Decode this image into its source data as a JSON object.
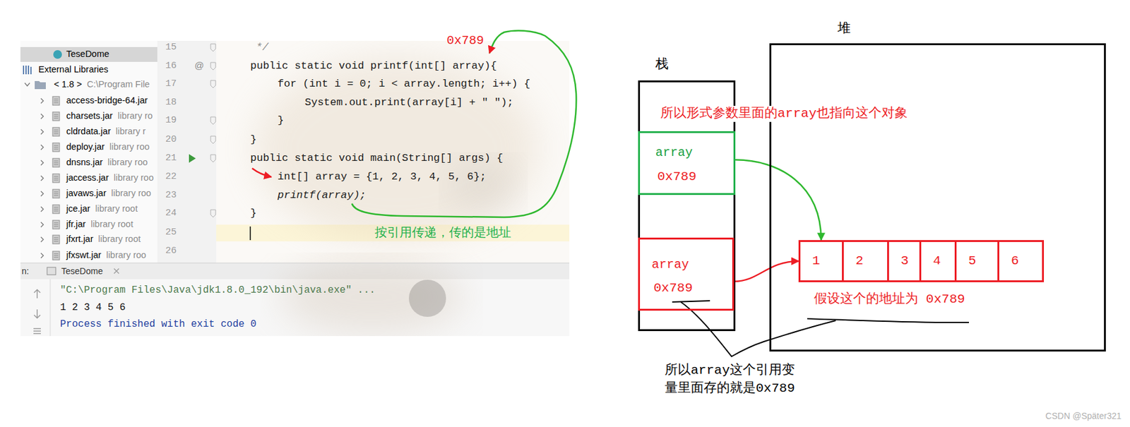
{
  "diagram": {
    "nodes": [
      {
        "text": [
          "栈"
        ]
      },
      {
        "text": [
          "array",
          "0x789"
        ],
        "in": 0
      },
      {
        "text": [
          "array",
          "0x789"
        ],
        "in": 0
      },
      {
        "text": [
          "堆"
        ]
      },
      {
        "text": [
          "1"
        ],
        "in": 3
      },
      {
        "text": [
          "2"
        ],
        "in": 3
      },
      {
        "text": [
          "3"
        ],
        "in": 3
      },
      {
        "text": [
          "4"
        ],
        "in": 3
      },
      {
        "text": [
          "5"
        ],
        "in": 3
      },
      {
        "text": [
          "6"
        ],
        "in": 3
      }
    ],
    "edges": [
      {
        "from": 1,
        "to": 4,
        "arrow": "to"
      },
      {
        "from": 2,
        "to": 4,
        "arrow": "to"
      }
    ],
    "labels": [
      "TeseDome",
      "External Libraries",
      "< 1.8 >",
      "C:\\Program File",
      "access-bridge-64.jar",
      "charsets.jar",
      "library ro",
      "cldrdata.jar",
      "library r",
      "deploy.jar",
      "library roo",
      "dnsns.jar",
      "library roo",
      "jaccess.jar",
      "library roo",
      "javaws.jar",
      "library roo",
      "jce.jar",
      "library root",
      "jfr.jar",
      "library root",
      "jfxrt.jar",
      "library root",
      "jfxswt.jar",
      "library roo",
      "15",
      "16",
      "17",
      "18",
      "19",
      "20",
      "21",
      "22",
      "23",
      "24",
      "25",
      "26",
      "@",
      "*/",
      "public static void printf(int[] array){",
      "for (int i = 0; i < array.length; i++) {",
      "System.out.print(array[i] + \" \");",
      "}",
      "}",
      "public static void main(String[] args) {",
      "int[] array = {1, 2, 3, 4, 5, 6};",
      "printf(array);",
      "}",
      "0x789",
      "按引用传递，传的是地址",
      "n:",
      "TeseDome",
      "\"C:\\Program Files\\Java\\jdk1.8.0_192\\bin\\java.exe\" ...",
      "1 2 3 4 5 6",
      "Process finished with exit code 0",
      "所以形式参数里面的array也指向这个对象",
      "假设这个的地址为 0x789",
      "所以array这个引用变 量里面存的就是0x789",
      "CSDN @Später321"
    ]
  }
}
